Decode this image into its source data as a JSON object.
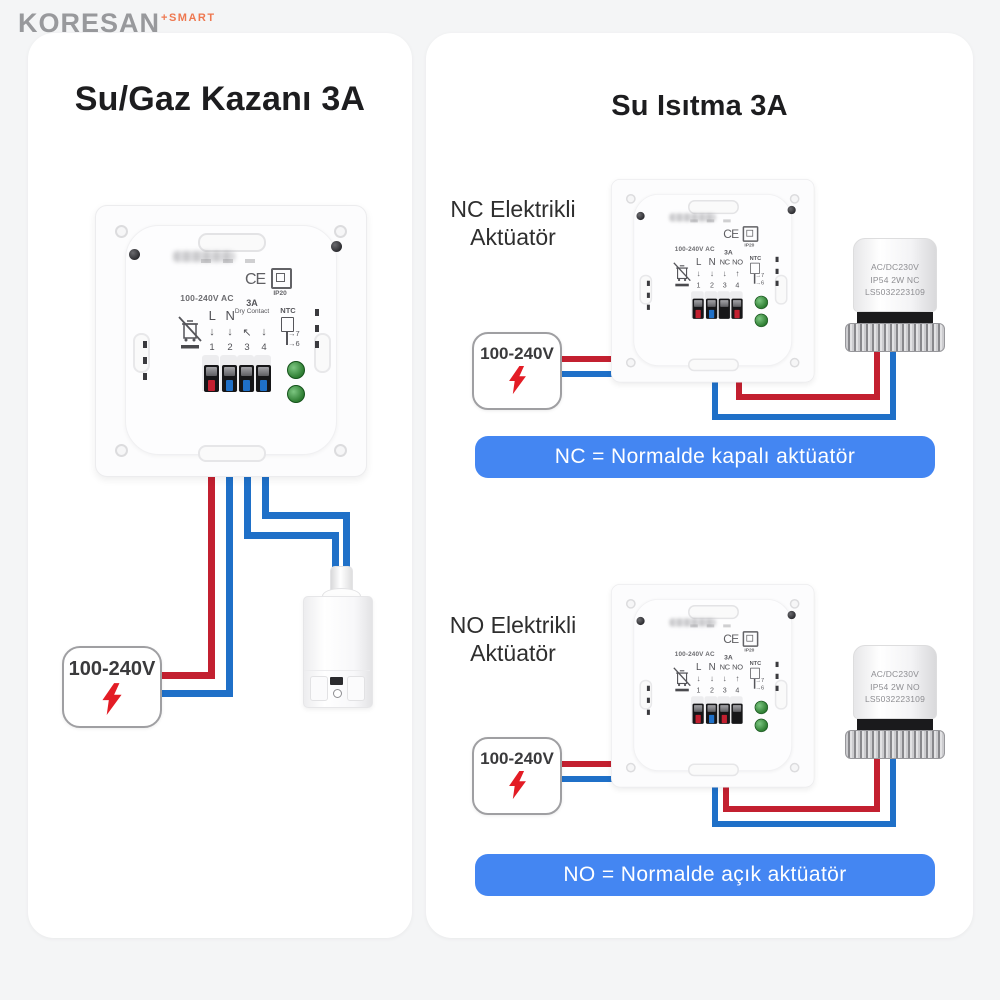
{
  "logo": {
    "brand": "KORESAN",
    "suffix": "+SMART"
  },
  "left_panel": {
    "title": "Su/Gaz Kazanı 3A",
    "power_box": {
      "label": "100-240V"
    },
    "device": {
      "voltage": "100-240V AC",
      "ce_mark": "CE",
      "ip_rating": "IP20",
      "amp": "3A",
      "amp_sub": "Dry Contact",
      "ntc": "NTC",
      "terminal_labels": [
        "L",
        "N",
        "",
        ""
      ],
      "terminal_arrows": [
        "↓",
        "↓",
        "↖",
        "↓"
      ],
      "terminal_numbers": [
        "1",
        "2",
        "3",
        "4"
      ],
      "pin_arrow": "→",
      "pins": [
        "7",
        "6"
      ]
    }
  },
  "right_panel": {
    "title": "Su Isıtma 3A",
    "nc_section": {
      "label_line1": "NC Elektrikli",
      "label_line2": "Aktüatör",
      "power_box": {
        "label": "100-240V"
      },
      "banner": "NC = Normalde kapalı aktüatör",
      "actuator": {
        "line1": "AC/DC230V",
        "line2": "IP54  2W NC",
        "line3": "LS5032223109"
      },
      "device": {
        "voltage": "100-240V AC",
        "ce_mark": "CE",
        "ip_rating": "IP20",
        "amp": "3A",
        "amp_sub": "",
        "ntc": "NTC",
        "terminal_labels": [
          "L",
          "N",
          "NC",
          "NO"
        ],
        "terminal_arrows": [
          "↓",
          "↓",
          "↓",
          "↑"
        ],
        "terminal_numbers": [
          "1",
          "2",
          "3",
          "4"
        ],
        "pin_arrow": "→",
        "pins": [
          "7",
          "6"
        ]
      }
    },
    "no_section": {
      "label_line1": "NO Elektrikli",
      "label_line2": "Aktüatör",
      "power_box": {
        "label": "100-240V"
      },
      "banner": "NO = Normalde açık aktüatör",
      "actuator": {
        "line1": "AC/DC230V",
        "line2": "IP54  2W NO",
        "line3": "LS5032223109"
      },
      "device": {
        "voltage": "100-240V AC",
        "ce_mark": "CE",
        "ip_rating": "IP20",
        "amp": "3A",
        "amp_sub": "",
        "ntc": "NTC",
        "terminal_labels": [
          "L",
          "N",
          "NC",
          "NO"
        ],
        "terminal_arrows": [
          "↓",
          "↓",
          "↓",
          "↑"
        ],
        "terminal_numbers": [
          "1",
          "2",
          "3",
          "4"
        ],
        "pin_arrow": "→",
        "pins": [
          "7",
          "6"
        ]
      }
    }
  },
  "colors": {
    "background": "#f4f5f6",
    "panel": "#ffffff",
    "title_text": "#1d1d1f",
    "logo_gray": "#98999c",
    "logo_orange": "#ee7850",
    "wire_red": "#c32030",
    "wire_blue": "#1f70c8",
    "banner_blue": "#4486f2",
    "banner_text": "#ffffff",
    "lightning_red": "#e31c25",
    "label_text": "#2e2e2e",
    "screw_green": "#2e7d32"
  }
}
